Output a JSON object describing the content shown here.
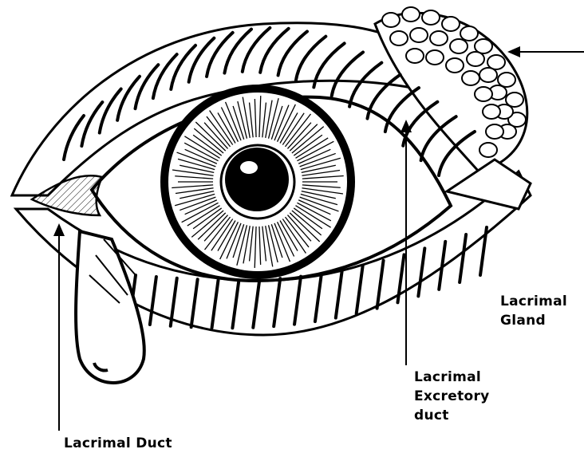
{
  "labels": {
    "lacrimal_gland": [
      "Lacrimal",
      "Gland"
    ],
    "excretory_duct": [
      "Lacrimal",
      "Excretory",
      "duct"
    ],
    "lacrimal_duct": "Lacrimal Duct"
  },
  "colors": {
    "ink": "#000000",
    "paper": "#ffffff"
  }
}
